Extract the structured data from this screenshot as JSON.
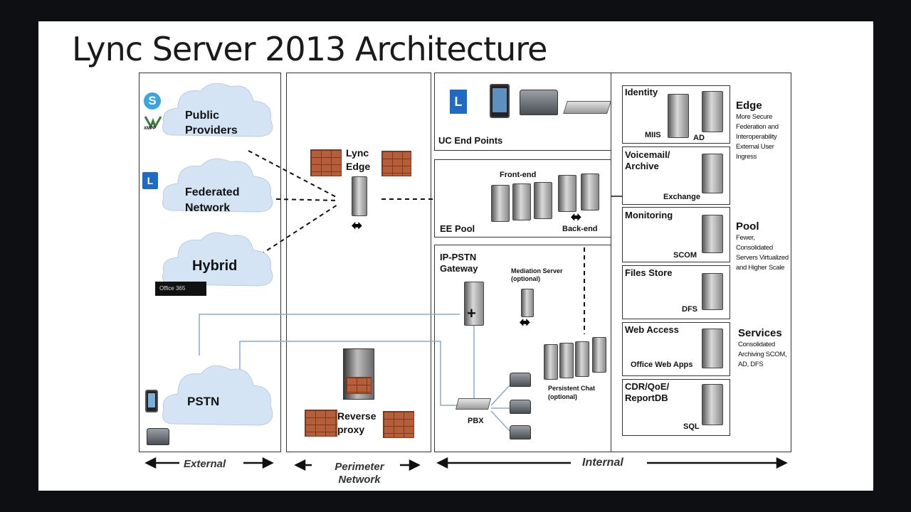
{
  "title": "Lync Server 2013 Architecture",
  "external": {
    "public_providers": "Public Providers",
    "xmpp": "XMPP",
    "federated_network": "Federated Network",
    "hybrid": "Hybrid",
    "office365": "Office 365",
    "pstn": "PSTN",
    "zone_label": "External"
  },
  "perimeter": {
    "lync_edge": "Lync Edge",
    "reverse_proxy": "Reverse proxy",
    "zone_label": "Perimeter Network"
  },
  "internal": {
    "uc_end_points": "UC End Points",
    "front_end": "Front-end",
    "ee_pool": "EE Pool",
    "back_end": "Back-end",
    "ip_pstn_gateway": "IP-PSTN Gateway",
    "mediation_server": "Mediation Server (optional)",
    "persistent_chat": "Persistent Chat (optional)",
    "pbx": "PBX",
    "zone_label": "Internal"
  },
  "services": {
    "identity": "Identity",
    "miis": "MIIS",
    "ad": "AD",
    "voicemail": "Voicemail/ Archive",
    "exchange": "Exchange",
    "monitoring": "Monitoring",
    "scom": "SCOM",
    "files_store": "Files Store",
    "dfs": "DFS",
    "web_access": "Web Access",
    "office_web_apps": "Office Web Apps",
    "cdr": "CDR/QoE/ ReportDB",
    "sql": "SQL"
  },
  "notes": {
    "edge_title": "Edge",
    "edge_text": "More Secure Federation and Interoperability External User Ingress",
    "pool_title": "Pool",
    "pool_text": "Fewer, Consolidated Servers Virtualized and Higher Scale",
    "services_title": "Services",
    "services_text": "Consolidated Archiving SCOM, AD, DFS"
  }
}
